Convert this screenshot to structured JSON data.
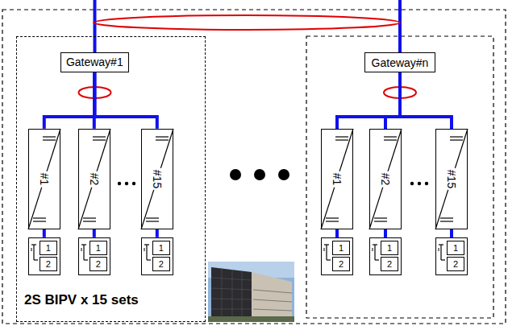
{
  "diagram": {
    "nodes": [
      {
        "text": [
          "2S BIPV x 15 sets"
        ]
      },
      {
        "text": [
          "Gateway#1"
        ],
        "in": 0
      },
      {
        "text": [
          "Gateway#n"
        ]
      },
      {
        "text": [
          "#1"
        ],
        "in": 0
      },
      {
        "text": [
          "#2"
        ],
        "in": 0
      },
      {
        "text": [
          "#15"
        ],
        "in": 0
      },
      {
        "text": [
          "#1"
        ]
      },
      {
        "text": [
          "#2"
        ]
      },
      {
        "text": [
          "#15"
        ]
      },
      {
        "text": [
          "1",
          "2"
        ],
        "in": 0
      },
      {
        "text": [
          "1",
          "2"
        ],
        "in": 0
      },
      {
        "text": [
          "1",
          "2"
        ],
        "in": 0
      },
      {
        "text": [
          "1",
          "2"
        ]
      },
      {
        "text": [
          "1",
          "2"
        ]
      },
      {
        "text": [
          "1",
          "2"
        ]
      }
    ],
    "edges": [
      {
        "from": 1,
        "to": 3,
        "arrow": "none"
      },
      {
        "from": 1,
        "to": 4,
        "arrow": "none"
      },
      {
        "from": 1,
        "to": 5,
        "arrow": "none"
      },
      {
        "from": 2,
        "to": 6,
        "arrow": "none"
      },
      {
        "from": 2,
        "to": 7,
        "arrow": "none"
      },
      {
        "from": 2,
        "to": 8,
        "arrow": "none"
      },
      {
        "from": 3,
        "to": 9,
        "arrow": "none"
      },
      {
        "from": 4,
        "to": 10,
        "arrow": "none"
      },
      {
        "from": 5,
        "to": 11,
        "arrow": "none"
      },
      {
        "from": 6,
        "to": 12,
        "arrow": "none"
      },
      {
        "from": 7,
        "to": 13,
        "arrow": "none"
      },
      {
        "from": 8,
        "to": 14,
        "arrow": "none"
      }
    ]
  }
}
